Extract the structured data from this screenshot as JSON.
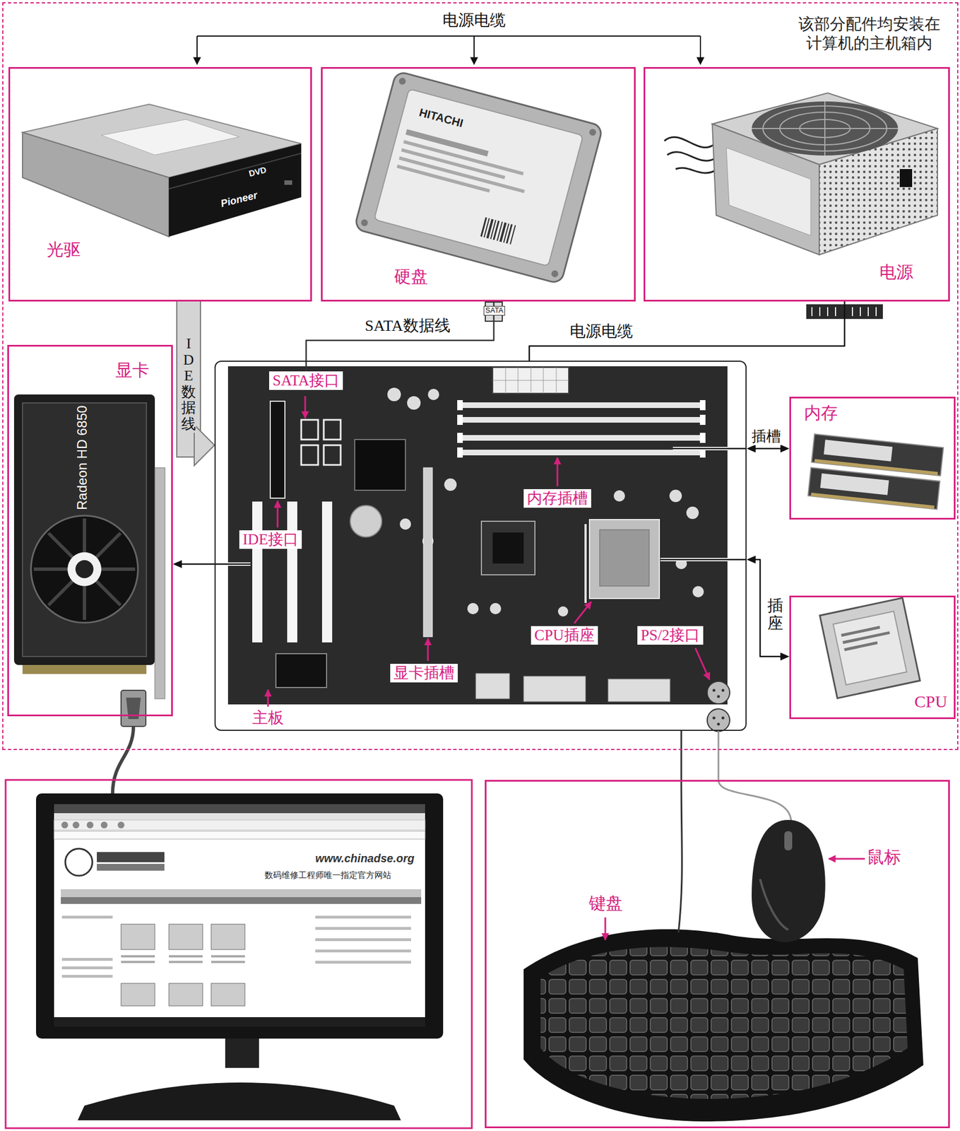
{
  "diagram": {
    "nodes": [
      {
        "text": [
          "该部分配件均安装在 计算机的主机箱内"
        ]
      },
      {
        "text": [
          "光驱"
        ],
        "in": 0
      },
      {
        "text": [
          "硬盘"
        ],
        "in": 0
      },
      {
        "text": [
          "电源"
        ],
        "in": 0
      },
      {
        "text": [
          "显卡"
        ],
        "in": 0
      },
      {
        "text": [
          "主板"
        ],
        "in": 0
      },
      {
        "text": [
          "SATA接口"
        ],
        "in": 5
      },
      {
        "text": [
          "IDE接口"
        ],
        "in": 5
      },
      {
        "text": [
          "内存插槽"
        ],
        "in": 5
      },
      {
        "text": [
          "CPU插座"
        ],
        "in": 5
      },
      {
        "text": [
          "PS/2接口"
        ],
        "in": 5
      },
      {
        "text": [
          "显卡插槽"
        ],
        "in": 5
      },
      {
        "text": [
          "内存"
        ],
        "in": 0
      },
      {
        "text": [
          "CPU"
        ],
        "in": 0
      },
      {
        "text": [
          "鼠标",
          "键盘"
        ]
      }
    ],
    "edges": [
      {
        "from": 2,
        "to": 6,
        "label": "SATA数据线",
        "arrow": "none"
      },
      {
        "from": 1,
        "to": 5,
        "label": "IDE数据线",
        "arrow": "to"
      },
      {
        "from": 3,
        "to": 5,
        "label": "电源电缆",
        "arrow": "none"
      },
      {
        "from": 5,
        "to": 12,
        "label": "插槽",
        "arrow": "both"
      },
      {
        "from": 5,
        "to": 13,
        "label": "插座",
        "arrow": "both"
      },
      {
        "from": 5,
        "to": 4,
        "arrow": "to"
      },
      {
        "from": 5,
        "to": 14,
        "arrow": "none"
      },
      {
        "from": 5,
        "to": 14,
        "arrow": "none"
      }
    ],
    "labels": [
      "电源电缆",
      "SATA",
      "DVD",
      "Pioneer",
      "HITACHI",
      "Radeon HD 6850",
      "www.chinadse.org",
      "数码维修工程师唯一指定官方网站"
    ]
  }
}
